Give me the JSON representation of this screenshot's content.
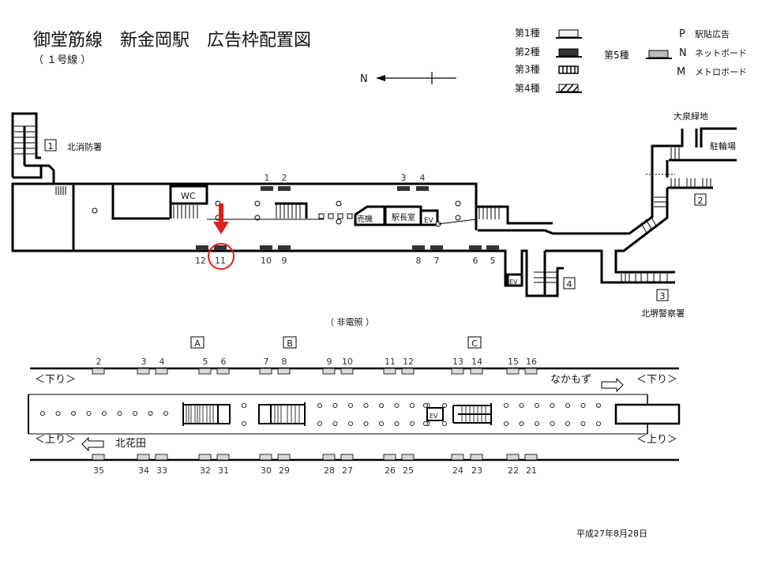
{
  "header": {
    "title": "御堂筋線　新金岡駅　広告枠配置図",
    "subtitle": "（ １号線 ）"
  },
  "compass": {
    "label": "N"
  },
  "legend": {
    "types": [
      {
        "label": "第1種",
        "style": "white-frame"
      },
      {
        "label": "第2種",
        "style": "dark-frame"
      },
      {
        "label": "第3種",
        "style": "striped"
      },
      {
        "label": "第4種",
        "style": "hatched"
      },
      {
        "label": "第5種",
        "style": "gray-frame"
      }
    ],
    "codes": [
      {
        "code": "P",
        "label": "駅貼広告"
      },
      {
        "code": "N",
        "label": "ネットボード"
      },
      {
        "code": "M",
        "label": "メトロボード"
      }
    ]
  },
  "concourse": {
    "exits": [
      {
        "number": "1",
        "place": "北消防署"
      },
      {
        "number": "2",
        "place": "大泉緑地"
      },
      {
        "number": "3",
        "place": "北堺警察署"
      },
      {
        "number": "4",
        "place": ""
      }
    ],
    "bicycle_parking": "駐輪場",
    "rooms": {
      "wc": "WC",
      "ticket": "売機",
      "station_office": "駅長室",
      "ev": "EV",
      "ev2": "EV"
    },
    "frames_top": [
      "1",
      "2",
      "3",
      "4"
    ],
    "frames_bottom": [
      "12",
      "11",
      "10",
      "9",
      "8",
      "7",
      "6",
      "5"
    ],
    "highlighted_frame": "11",
    "note": "（ 非電照 ）"
  },
  "platform": {
    "sections": [
      "A",
      "B",
      "C"
    ],
    "frames_top": [
      "2",
      "3",
      "4",
      "5",
      "6",
      "7",
      "8",
      "9",
      "10",
      "11",
      "12",
      "13",
      "14",
      "15",
      "16"
    ],
    "frames_bottom": [
      "35",
      "34",
      "33",
      "32",
      "31",
      "30",
      "29",
      "28",
      "27",
      "26",
      "25",
      "24",
      "23",
      "22",
      "21"
    ],
    "down_label": "＜下り＞",
    "up_label": "＜上り＞",
    "down_label_right": "＜下り＞",
    "up_label_right": "＜上り＞",
    "destination_down": "なかもず",
    "destination_up": "北花田",
    "ev": "EV"
  },
  "footer": {
    "date": "平成27年8月28日"
  },
  "colors": {
    "highlight": "#e0201a",
    "dark_frame": "#333333",
    "gray_frame": "#d9d9d9"
  }
}
